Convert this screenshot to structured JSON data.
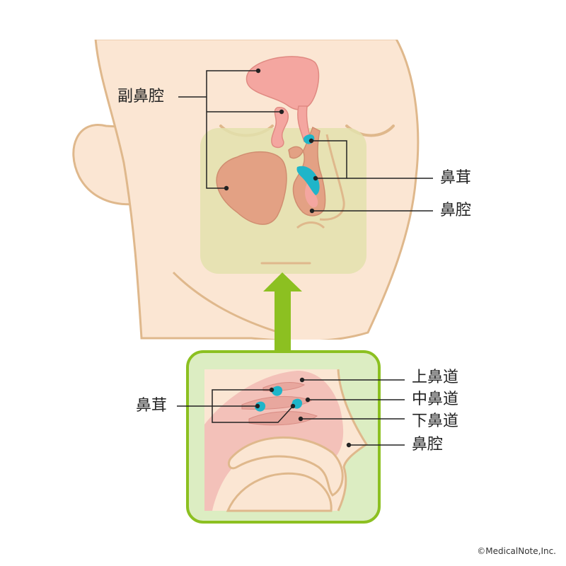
{
  "labels": {
    "sinus": "副鼻腔",
    "polyp_top": "鼻茸",
    "cavity_top": "鼻腔",
    "polyp_bottom": "鼻茸",
    "superior_meatus": "上鼻道",
    "middle_meatus": "中鼻道",
    "inferior_meatus": "下鼻道",
    "cavity_bottom": "鼻腔"
  },
  "copyright": "©MedicalNote,Inc.",
  "colors": {
    "skin": "#fbe6d3",
    "skin_outline": "#dfb88c",
    "sinus_pink": "#f4a6a0",
    "sinus_brown": "#e3a184",
    "polyp_cyan": "#1fb5c9",
    "highlight_box": "#e3e0ad",
    "arrow_green": "#8cc021",
    "inset_bg": "#dcedc2",
    "mucosa_pink": "#f3c1b9",
    "leader_line": "#222222"
  },
  "icons": {
    "arrow": "up-arrow-icon"
  }
}
